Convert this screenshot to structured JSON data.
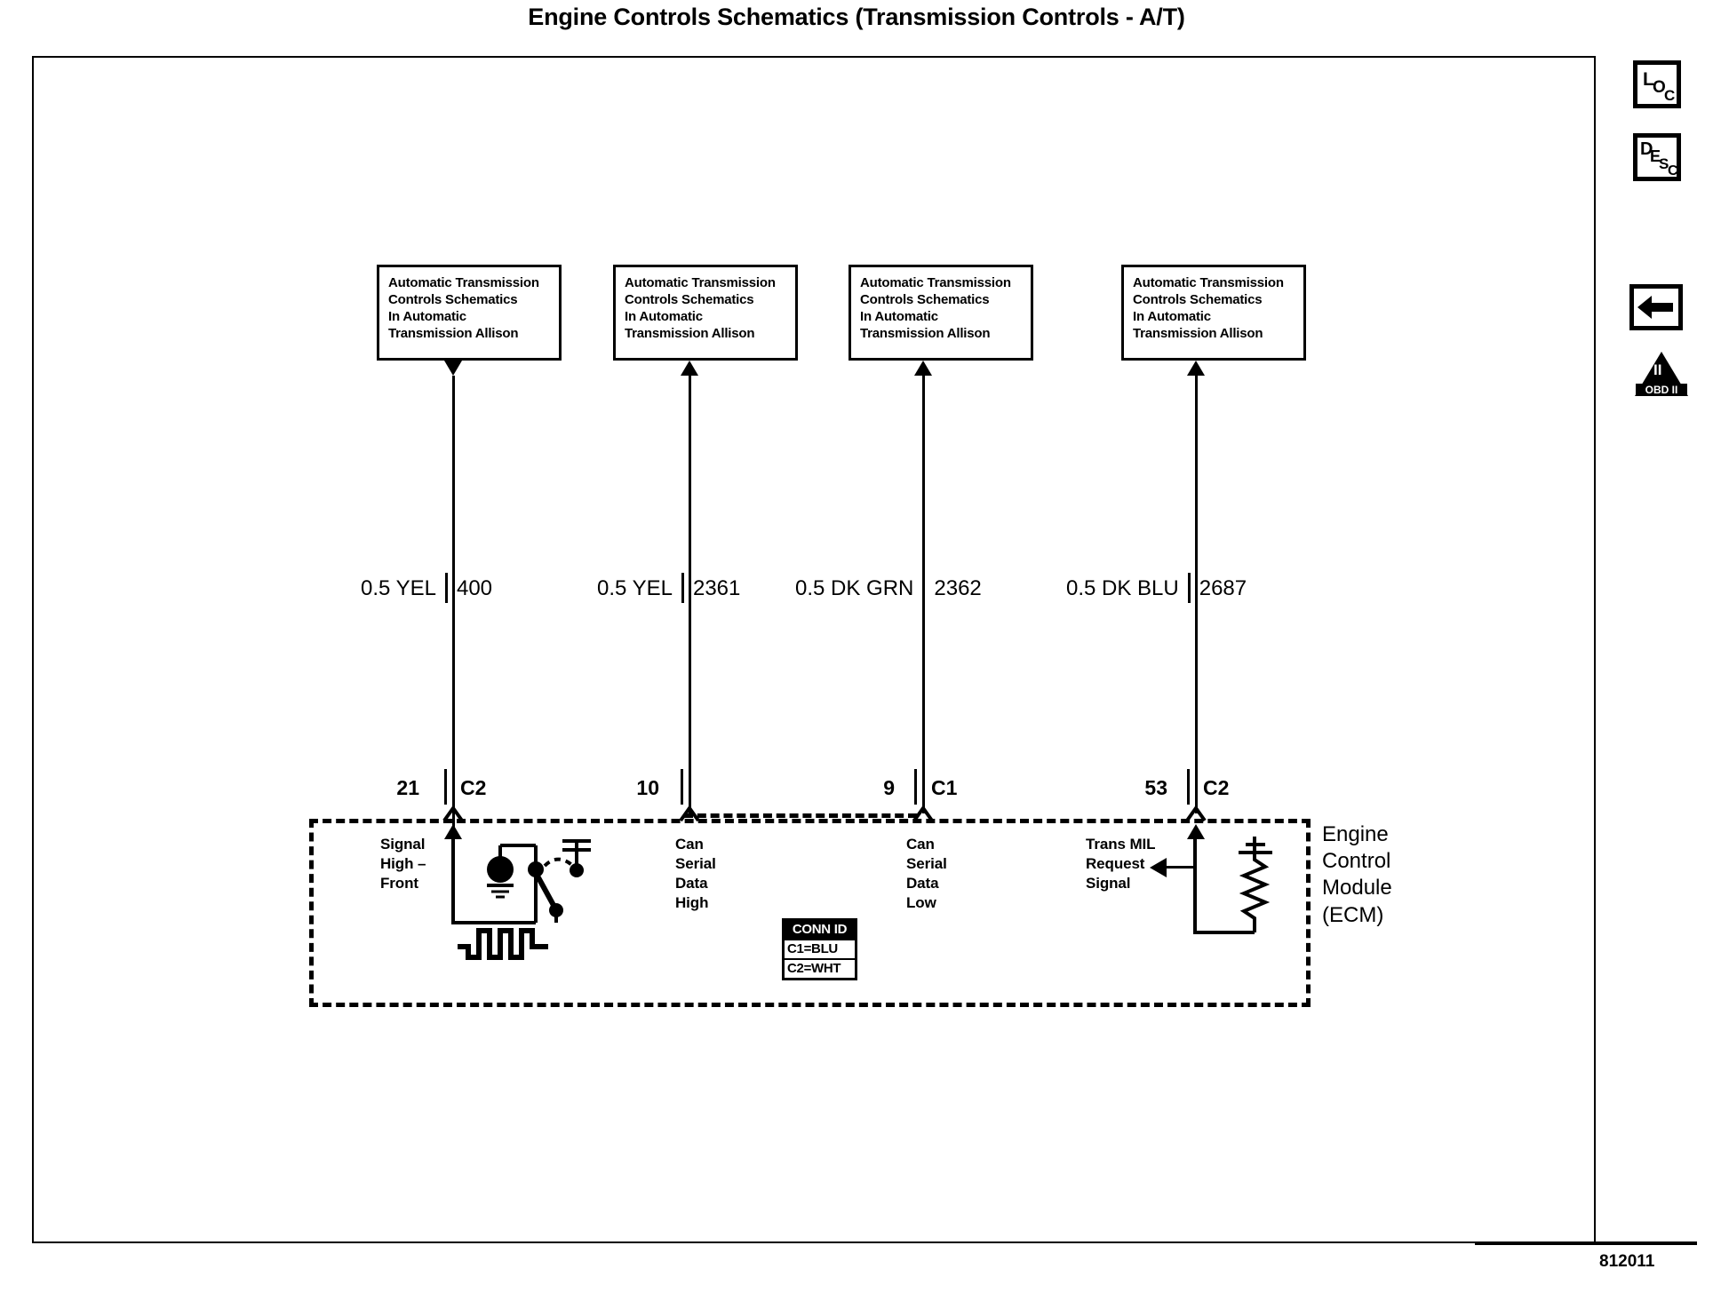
{
  "document": {
    "title": "Engine Controls Schematics (Transmission Controls - A/T)",
    "sheet_reference": "812011"
  },
  "nav_buttons": [
    {
      "name": "loc-button",
      "letters": [
        "L",
        "O",
        "C"
      ]
    },
    {
      "name": "desc-button",
      "letters": [
        "D",
        "E",
        "S",
        "C"
      ]
    },
    {
      "name": "back-button",
      "icon": "left-arrow-icon"
    }
  ],
  "badges": [
    {
      "name": "obd-ii-badge",
      "label": "OBD II",
      "symbol": "II"
    }
  ],
  "reference_boxes": [
    {
      "lines": [
        "Automatic Transmission",
        "Controls Schematics",
        "In Automatic",
        "Transmission Allison"
      ]
    },
    {
      "lines": [
        "Automatic Transmission",
        "Controls Schematics",
        "In Automatic",
        "Transmission Allison"
      ]
    },
    {
      "lines": [
        "Automatic Transmission",
        "Controls Schematics",
        "In Automatic",
        "Transmission Allison"
      ]
    },
    {
      "lines": [
        "Automatic Transmission",
        "Controls Schematics",
        "In Automatic",
        "Transmission Allison"
      ]
    }
  ],
  "circuits": [
    {
      "gauge_color": "0.5 YEL",
      "circuit_number": "400",
      "pin": "21",
      "connector": "C2",
      "signal_lines": [
        "Signal",
        "High –",
        "Front"
      ],
      "direction": "down"
    },
    {
      "gauge_color": "0.5 YEL",
      "circuit_number": "2361",
      "pin": "10",
      "connector": "",
      "signal_lines": [
        "Can",
        "Serial",
        "Data",
        "High"
      ],
      "direction": "up"
    },
    {
      "gauge_color": "0.5 DK GRN",
      "circuit_number": "2362",
      "pin": "9",
      "connector": "C1",
      "signal_lines": [
        "Can",
        "Serial",
        "Data",
        "Low"
      ],
      "direction": "up"
    },
    {
      "gauge_color": "0.5 DK BLU",
      "circuit_number": "2687",
      "pin": "53",
      "connector": "C2",
      "signal_lines": [
        "Trans MIL",
        "Request",
        "Signal"
      ],
      "direction": "up"
    }
  ],
  "conn_id": {
    "header": "CONN ID",
    "rows": [
      "C1=BLU",
      "C2=WHT"
    ]
  },
  "ecm": {
    "caption_lines": [
      "Engine",
      "Control",
      "Module",
      "(ECM)"
    ]
  },
  "colors": {
    "ink": "#000000",
    "paper": "#ffffff"
  }
}
